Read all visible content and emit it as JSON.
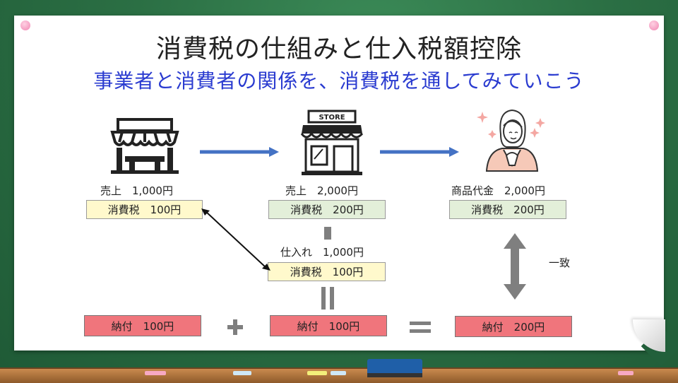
{
  "title": "消費税の仕組みと仕入税額控除",
  "subtitle": "事業者と消費者の関係を、消費税を通してみていこう",
  "store_sign": "STORE",
  "col1": {
    "sales": "売上　1,000円",
    "tax": "消費税　100円"
  },
  "col2": {
    "sales": "売上　2,000円",
    "tax": "消費税　200円",
    "purchase": "仕入れ　1,000円",
    "purchase_tax": "消費税　100円"
  },
  "col3": {
    "price": "商品代金　2,000円",
    "tax": "消費税　200円"
  },
  "match_label": "一致",
  "payments": [
    "納付　100円",
    "納付　100円",
    "納付　200円"
  ],
  "colors": {
    "arrow_blue": "#4472c4",
    "tax_yellow": "#fff9cc",
    "tax_green": "#e3efd9",
    "pay_red": "#f0757c"
  },
  "icons": [
    "market-stall-icon",
    "store-icon",
    "customer-woman-icon"
  ]
}
